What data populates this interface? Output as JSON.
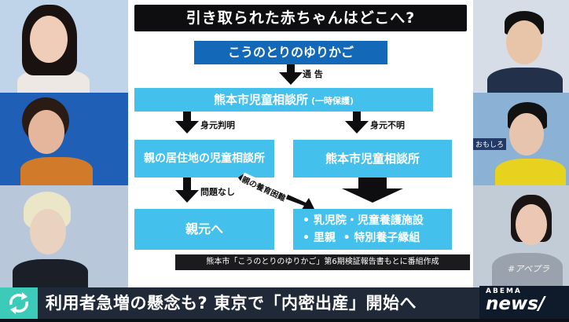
{
  "chart": {
    "title": "引き取られた赤ちゃんはどこへ?",
    "top_box": "こうのとりのゆりかご",
    "notify_label": "通 告",
    "center_box": "熊本市児童相談所",
    "center_box_sub": "(一時保護)",
    "branch_left_label": "身元判明",
    "branch_right_label": "身元不明",
    "left_box": "親の居住地の児童相談所",
    "right_box": "熊本市児童相談所",
    "diagonal_label": "親の養育困難",
    "no_problem_label": "問題なし",
    "bottom_left_box": "親元へ",
    "bottom_right_items": [
      "• 乳児院・児童養護施設",
      "• 里親  • 特別養子縁組"
    ],
    "source": "熊本市「こうのとりのゆりかご」第6期検証報告書もとに番組作成"
  },
  "headline": "利用者急増の懸念も? 東京で「内密出産」開始へ",
  "logo": {
    "top": "ABEMA",
    "main": "news/"
  },
  "hashtag": "#アベプラ",
  "side_text": "おもしろ",
  "icons": {
    "refresh": "refresh-icon"
  },
  "colors": {
    "accent": "#3bcbb8",
    "box": "#43c1ec",
    "box_dark": "#1468b8",
    "bar": "#202938"
  }
}
